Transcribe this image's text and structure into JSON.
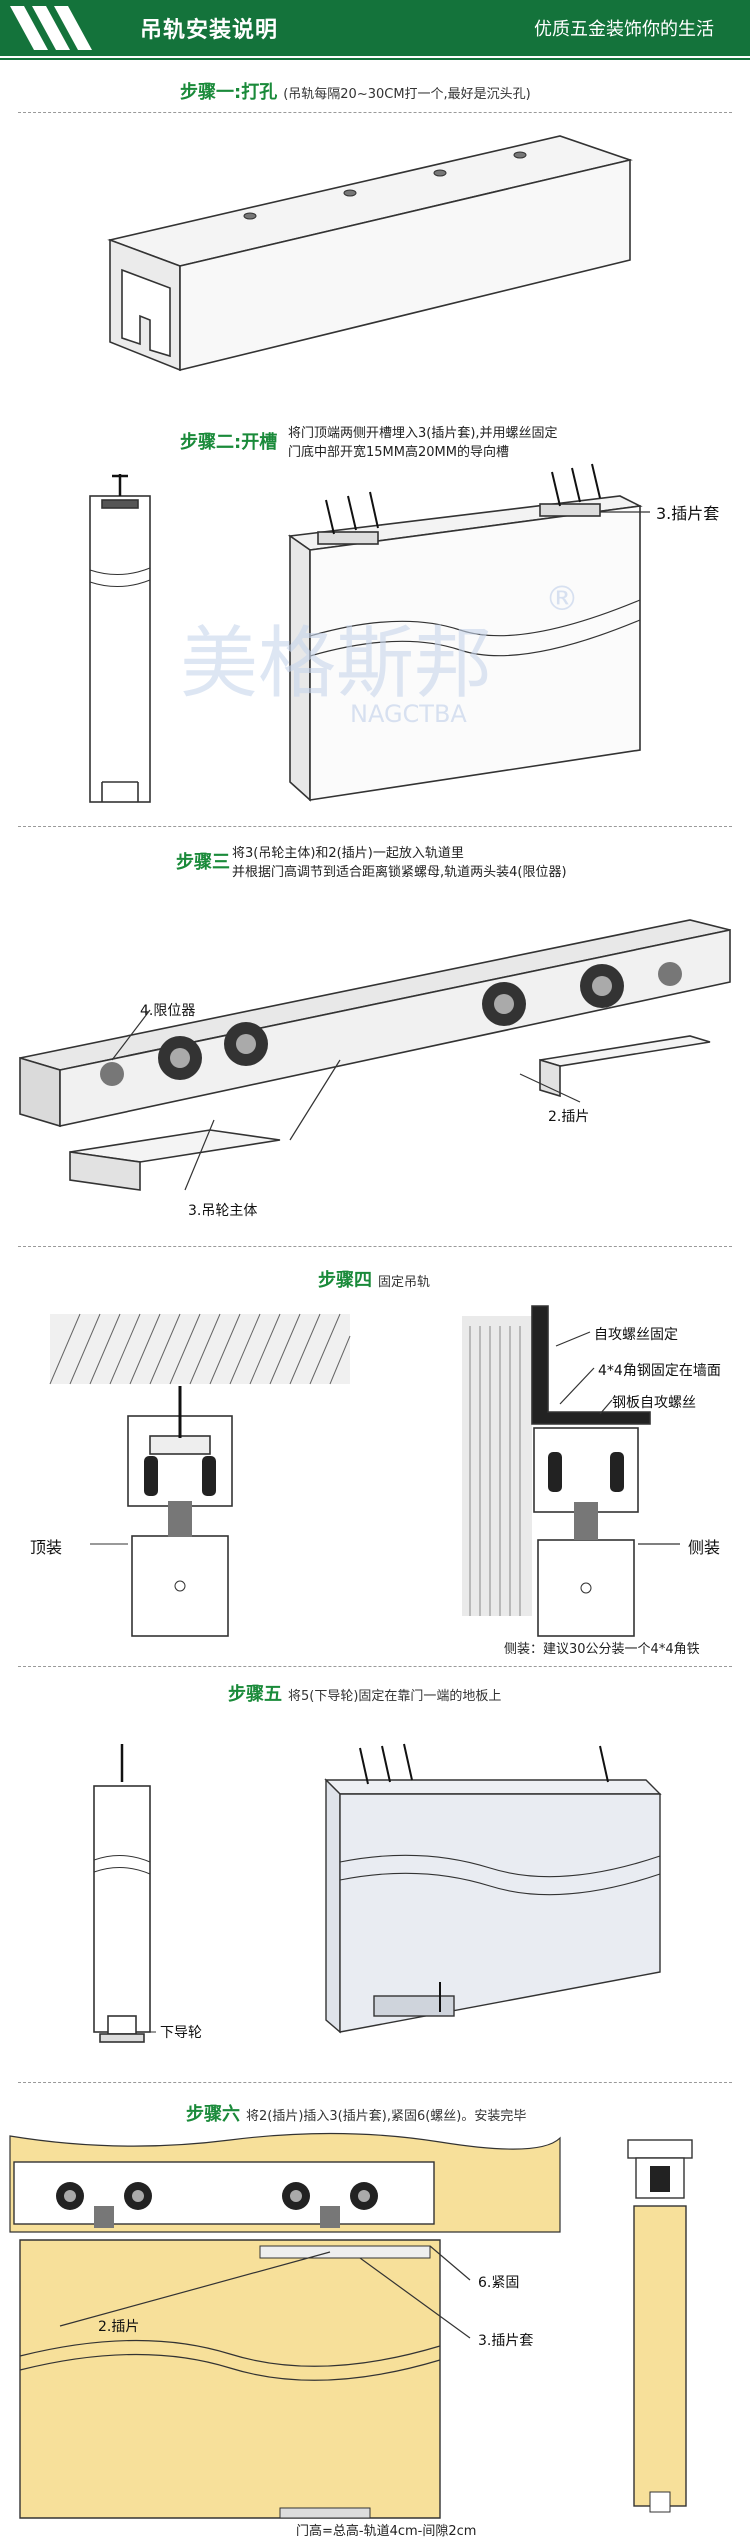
{
  "header": {
    "title": "吊轨安装说明",
    "slogan": "优质五金装饰你的生活",
    "colors": {
      "banner": "#14733b",
      "step_heading": "#1a8a3a",
      "door_fill": "#f7e09a"
    }
  },
  "step1": {
    "heading": "步骤一:打孔",
    "note": "(吊轨每隔20~30CM打一个,最好是沉头孔)"
  },
  "step2": {
    "heading": "步骤二:开槽",
    "note_line1": "将门顶端两侧开槽埋入3(插片套),并用螺丝固定",
    "note_line2": "门底中部开宽15MM高20MM的导向槽",
    "label_sleeve": "3.插片套",
    "watermark_cn": "美格斯邦",
    "watermark_en": "NAGCTBA",
    "watermark_reg": "®"
  },
  "step3": {
    "heading": "步骤三",
    "note_line1": "将3(吊轮主体)和2(插片)一起放入轨道里",
    "note_line2": "并根据门高调节到适合距离锁紧螺母,轨道两头装4(限位器)",
    "label_stopper": "4.限位器",
    "label_insert": "2.插片",
    "label_body": "3.吊轮主体"
  },
  "step4": {
    "heading": "步骤四",
    "note": "固定吊轨",
    "label_top": "顶装",
    "label_side": "侧装",
    "label_screw_fix": "自攻螺丝固定",
    "label_angle": "4*4角钢固定在墙面",
    "label_plate_screw": "钢板自攻螺丝",
    "side_note": "侧装：建议30公分装一个4*4角铁"
  },
  "step5": {
    "heading": "步骤五",
    "note": "将5(下导轮)固定在靠门一端的地板上",
    "label_guide": "下导轮"
  },
  "step6": {
    "heading": "步骤六",
    "note": "将2(插片)插入3(插片套),紧固6(螺丝)。安装完毕",
    "label_insert": "2.插片",
    "label_tighten": "6.紧固",
    "label_sleeve": "3.插片套",
    "formula": "门高=总高-轨道4cm-间隙2cm"
  }
}
